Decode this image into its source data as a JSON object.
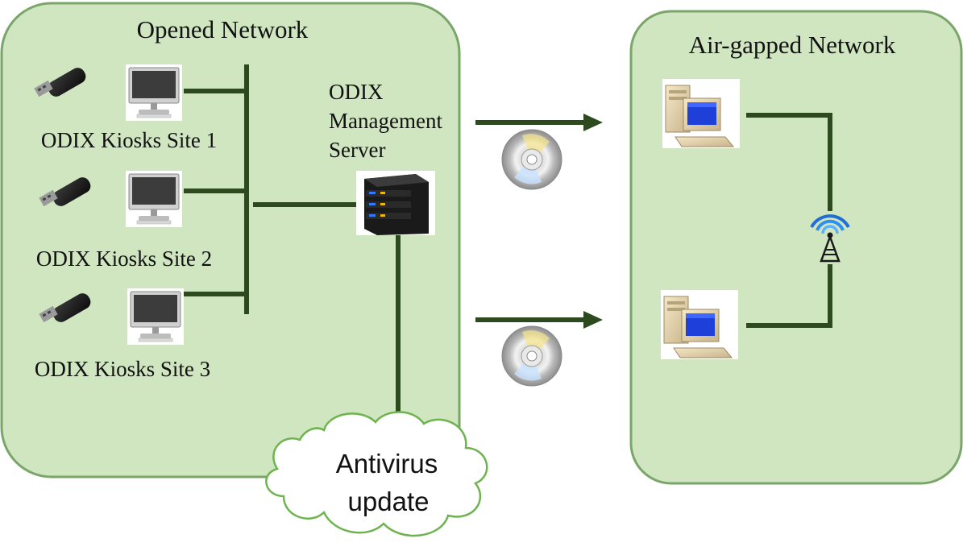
{
  "opened_network": {
    "title": "Opened Network",
    "kiosks": [
      {
        "label": "ODIX Kiosks Site 1"
      },
      {
        "label": "ODIX Kiosks Site 2"
      },
      {
        "label": "ODIX Kiosks Site 3"
      }
    ],
    "server_label_lines": [
      "ODIX",
      "Management",
      "Server"
    ]
  },
  "airgapped_network": {
    "title": "Air-gapped Network"
  },
  "cloud": {
    "lines": [
      "Antivirus",
      "update"
    ]
  },
  "icons": {
    "usb": "usb-drive-icon",
    "kiosk": "desktop-monitor-icon",
    "server": "server-rack-icon",
    "disc": "optical-disc-icon",
    "pc": "desktop-computer-icon",
    "antenna": "wireless-antenna-icon",
    "cloud": "cloud-icon"
  },
  "colors": {
    "region_fill": "#cfe6c0",
    "region_border": "#7aa66a",
    "wire": "#2d4a1f"
  }
}
